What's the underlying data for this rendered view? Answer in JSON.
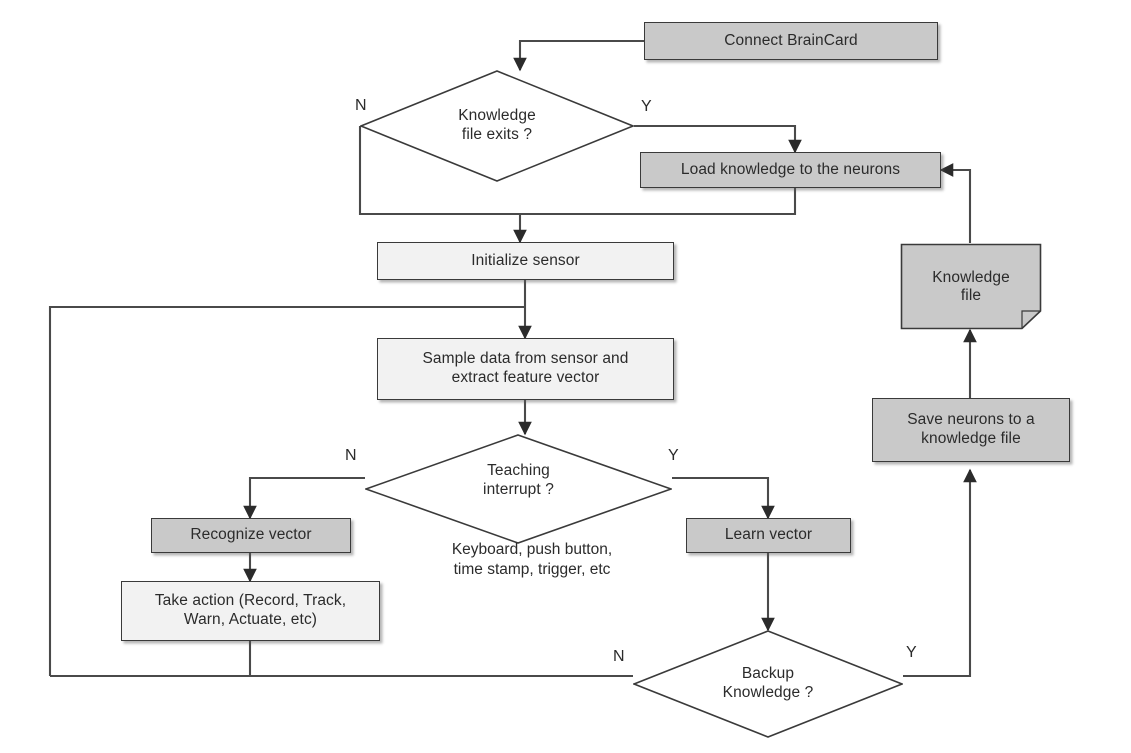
{
  "diagram": {
    "title": "BrainCard neuron learning / recognition flowchart",
    "colors": {
      "node_gray_fill": "#c9c9c9",
      "node_light_fill": "#f2f2f2",
      "stroke": "#3a3a3a",
      "connector": "#4a4a4a",
      "text": "#2b2b2b",
      "background": "#ffffff"
    },
    "nodes": [
      {
        "id": "connect",
        "type": "process",
        "label": "Connect  BrainCard",
        "fill": "gray"
      },
      {
        "id": "knowledge_q",
        "type": "decision",
        "label": "Knowledge\nfile exits ?",
        "fill": "white"
      },
      {
        "id": "load_knowledge",
        "type": "process",
        "label": "Load knowledge to the neurons",
        "fill": "gray"
      },
      {
        "id": "init_sensor",
        "type": "process",
        "label": "Initialize sensor",
        "fill": "light"
      },
      {
        "id": "sample_data",
        "type": "process",
        "label": "Sample data  from sensor and\nextract feature vector",
        "fill": "light"
      },
      {
        "id": "teaching_q",
        "type": "decision",
        "label": "Teaching\ninterrupt ?",
        "fill": "white"
      },
      {
        "id": "recognize",
        "type": "process",
        "label": "Recognize vector",
        "fill": "gray"
      },
      {
        "id": "take_action",
        "type": "process",
        "label": "Take action (Record, Track,\nWarn, Actuate, etc)",
        "fill": "light"
      },
      {
        "id": "learn",
        "type": "process",
        "label": "Learn vector",
        "fill": "gray"
      },
      {
        "id": "backup_q",
        "type": "decision",
        "label": "Backup\nKnowledge ?",
        "fill": "white"
      },
      {
        "id": "save_neurons",
        "type": "process",
        "label": "Save neurons to a\nknowledge file",
        "fill": "gray"
      },
      {
        "id": "knowledge_file",
        "type": "document",
        "label": "Knowledge\nfile",
        "fill": "gray"
      }
    ],
    "edge_labels": [
      {
        "id": "knowledge_no",
        "text": "N"
      },
      {
        "id": "knowledge_yes",
        "text": "Y"
      },
      {
        "id": "teaching_no",
        "text": "N"
      },
      {
        "id": "teaching_yes",
        "text": "Y"
      },
      {
        "id": "backup_no",
        "text": "N"
      },
      {
        "id": "backup_yes",
        "text": "Y"
      }
    ],
    "annotations": [
      {
        "id": "teaching_sources",
        "text": "Keyboard, push button,\ntime stamp, trigger, etc"
      }
    ]
  }
}
